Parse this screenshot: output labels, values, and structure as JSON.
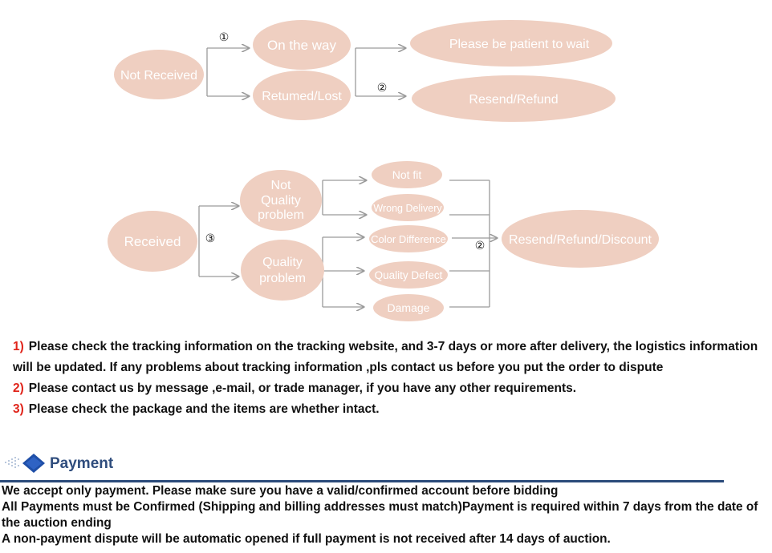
{
  "diagram": {
    "node_fill": "#efcfc1",
    "line_color": "#9a9a9a",
    "top": {
      "root": "Not Received",
      "branch_1": "On the way",
      "branch_2": "Retumed/Lost",
      "outcome_1": "Please be patient to wait",
      "outcome_2": "Resend/Refund",
      "marker_1": "①",
      "marker_2": "②"
    },
    "bottom": {
      "root": "Received",
      "marker_3": "③",
      "not_quality": [
        "Not",
        "Quality",
        "problem"
      ],
      "quality": [
        "Quality",
        "problem"
      ],
      "not_fit": "Not fit",
      "wrong_delivery": "Wrong Delivery",
      "color_difference": "Color Difference",
      "quality_defect": "Quality Defect",
      "damage": "Damage",
      "marker_2": "②",
      "outcome": "Resend/Refund/Discount"
    }
  },
  "notes": [
    {
      "num": "1)",
      "text": "Please check the tracking information on the tracking website, and 3-7 days or more after delivery, the logistics information will be updated. If any problems about tracking information ,pls contact us before you put the order to dispute"
    },
    {
      "num": "2)",
      "text": "Please contact us by message ,e-mail, or trade manager, if you have any other requirements."
    },
    {
      "num": "3)",
      "text": "Please check the package and the items are whether intact."
    }
  ],
  "payment": {
    "title": "Payment",
    "accent": "#2a4a7a",
    "lines": [
      "We accept only payment. Please make sure you have a valid/confirmed account before bidding",
      "All Payments must be Confirmed (Shipping and billing addresses must match)Payment is required within 7 days from the date of the auction ending",
      "A non-payment dispute will be automatic  opened if full payment is not received after 14 days of auction."
    ]
  }
}
